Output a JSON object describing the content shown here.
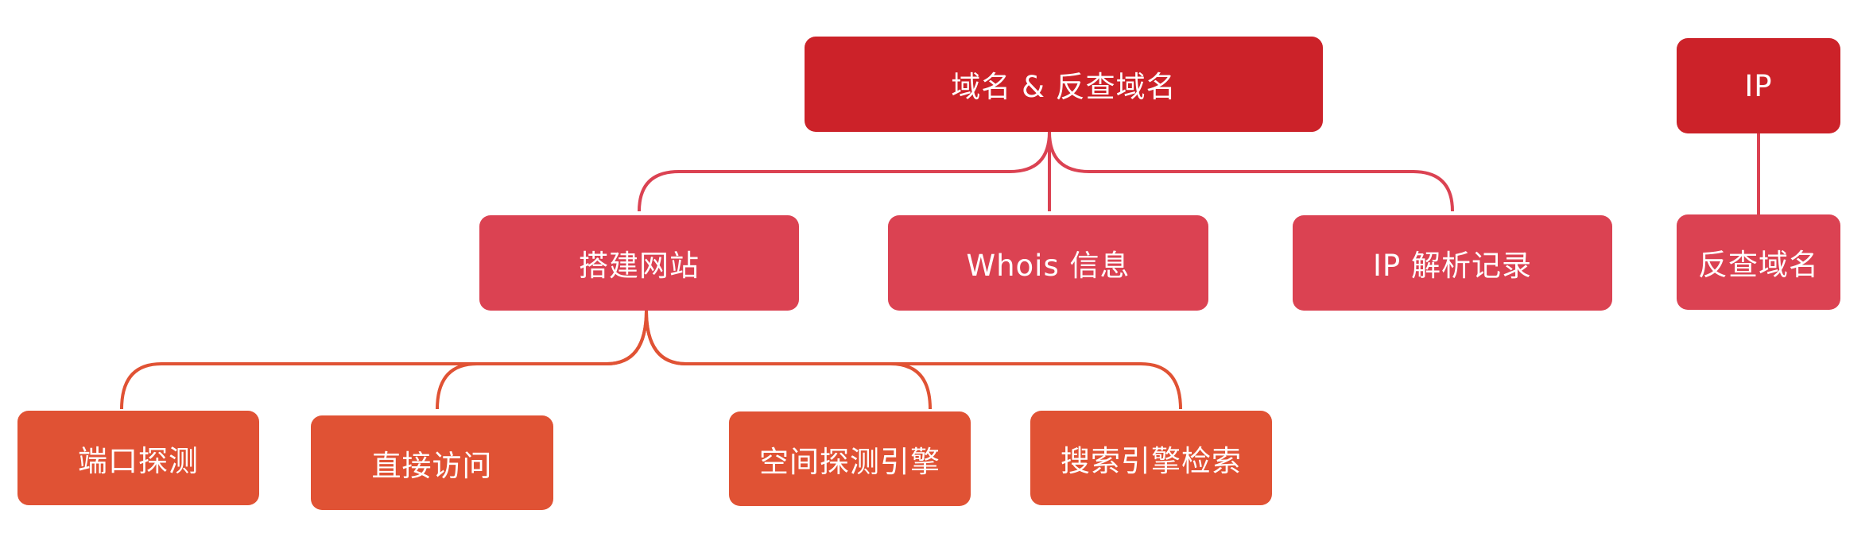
{
  "colors": {
    "root": "#cc2229",
    "level1": "#db4252",
    "level2": "#e05234",
    "text": "#ffffff"
  },
  "nodes": {
    "root": "域名 & 反查域名",
    "ip": "IP",
    "build_site": "搭建网站",
    "whois": "Whois 信息",
    "dns_records": "IP 解析记录",
    "reverse_domain": "反查域名",
    "port_scan": "端口探测",
    "direct_access": "直接访问",
    "space_engine": "空间探测引擎",
    "search_engine": "搜索引擎检索"
  },
  "edges": [
    {
      "from": "root",
      "to": "build_site"
    },
    {
      "from": "root",
      "to": "whois"
    },
    {
      "from": "root",
      "to": "dns_records"
    },
    {
      "from": "ip",
      "to": "reverse_domain"
    },
    {
      "from": "build_site",
      "to": "port_scan"
    },
    {
      "from": "build_site",
      "to": "direct_access"
    },
    {
      "from": "build_site",
      "to": "space_engine"
    },
    {
      "from": "build_site",
      "to": "search_engine"
    }
  ]
}
